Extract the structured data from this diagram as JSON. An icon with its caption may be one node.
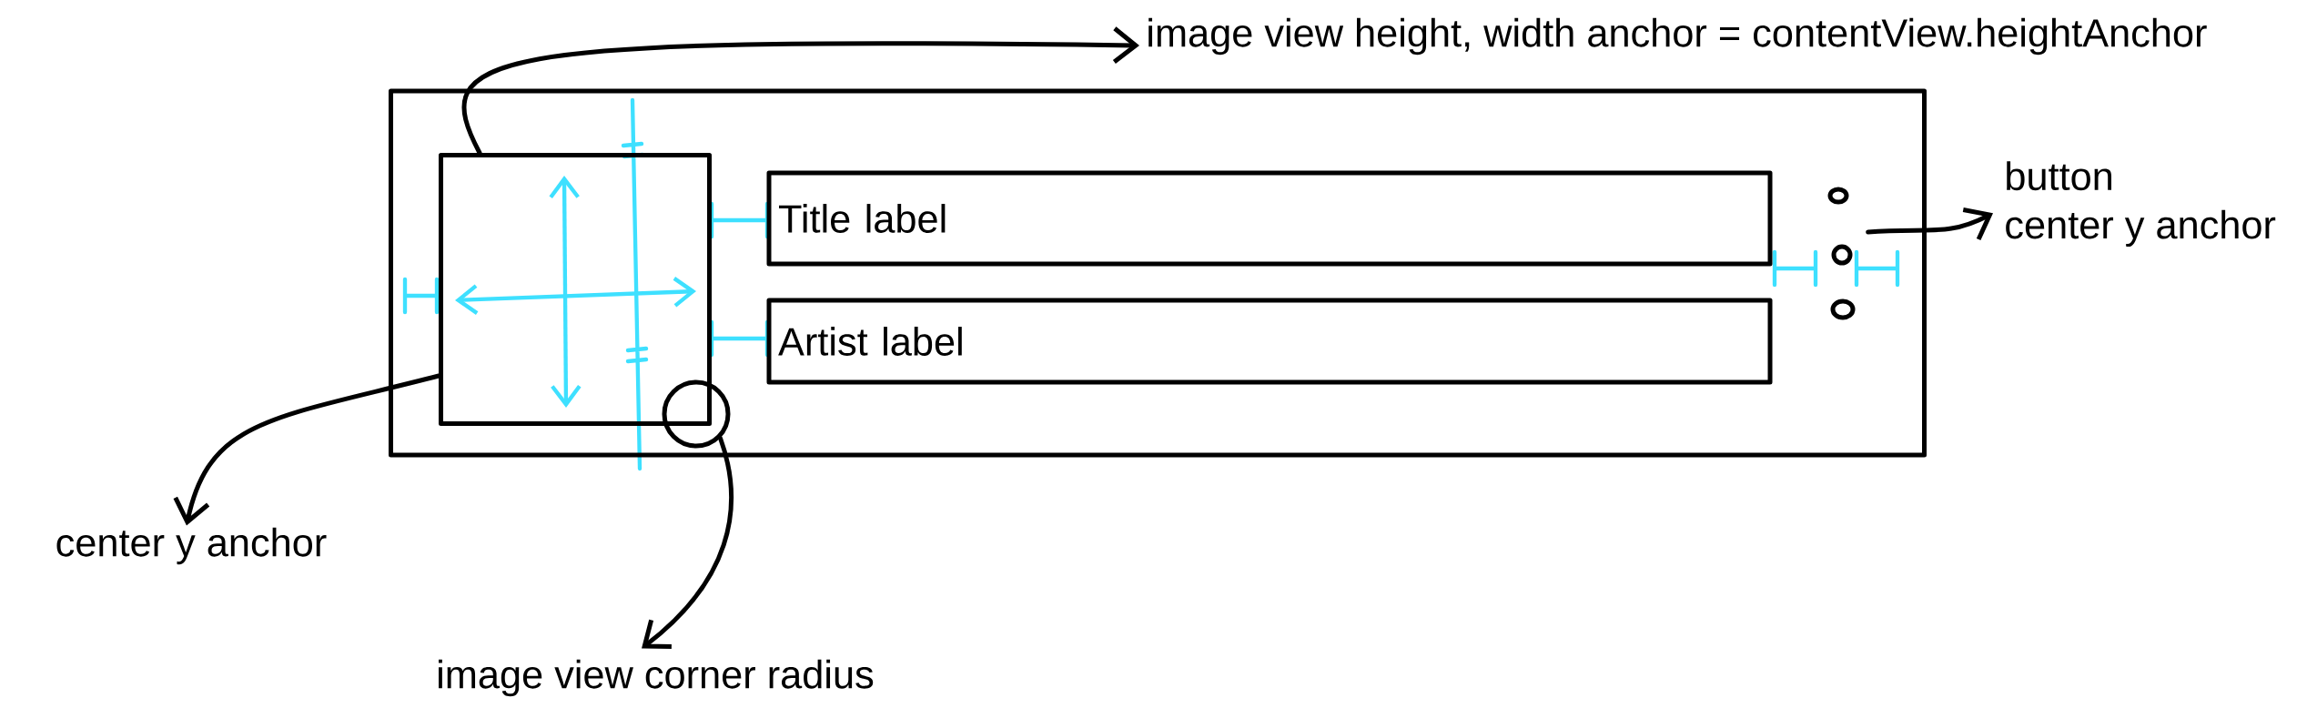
{
  "diagram": {
    "nodes": [
      {
        "text": [],
        "shape": "box"
      },
      {
        "text": [],
        "shape": "box",
        "in": 0
      },
      {
        "text": [],
        "shape": "circle",
        "in": 0
      },
      {
        "text": [
          "Title label"
        ],
        "in": 0
      },
      {
        "text": [
          "Artist label"
        ],
        "in": 0
      },
      {
        "text": [],
        "shape": "picture",
        "in": 0
      },
      {
        "text": [
          "image view height, width anchor = contentView.heightAnchor"
        ]
      },
      {
        "text": [
          "button",
          "center y anchor"
        ]
      },
      {
        "text": [
          "center y anchor"
        ]
      },
      {
        "text": [
          "image view corner radius"
        ]
      }
    ],
    "edges": [
      {
        "from": 1,
        "to": 6,
        "arrow": "to"
      },
      {
        "from": 5,
        "to": 7,
        "arrow": "to"
      },
      {
        "from": 1,
        "to": 8,
        "arrow": "to"
      },
      {
        "from": 2,
        "to": 9,
        "arrow": "to"
      }
    ]
  }
}
